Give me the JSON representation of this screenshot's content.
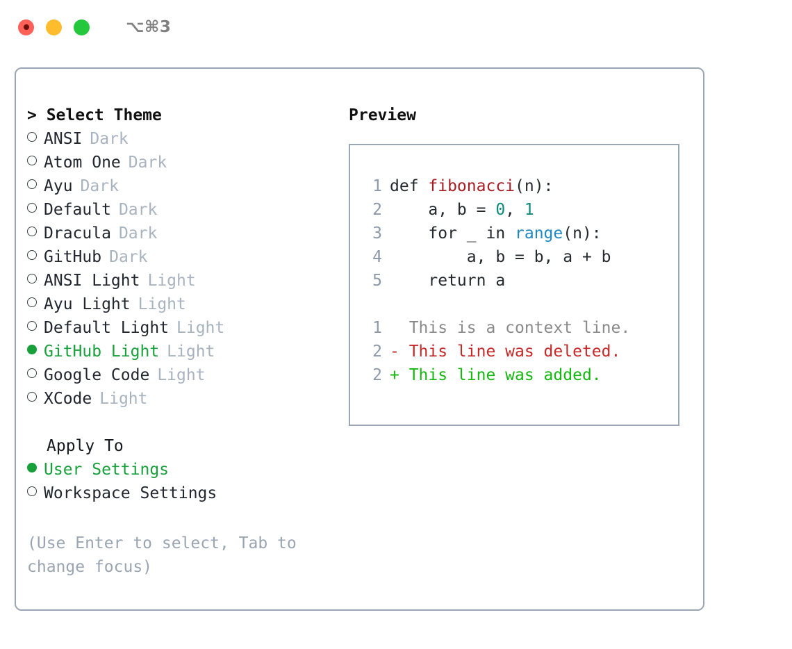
{
  "window": {
    "shortcut": "⌥⌘3",
    "traffic_lights": [
      {
        "name": "close",
        "color": "#ff6159"
      },
      {
        "name": "minimize",
        "color": "#ffbd2e"
      },
      {
        "name": "maximize",
        "color": "#25c73c"
      }
    ]
  },
  "left": {
    "header": "> Select Theme",
    "themes": [
      {
        "name": "ANSI",
        "kind": "Dark",
        "selected": false
      },
      {
        "name": "Atom One",
        "kind": "Dark",
        "selected": false
      },
      {
        "name": "Ayu",
        "kind": "Dark",
        "selected": false
      },
      {
        "name": "Default",
        "kind": "Dark",
        "selected": false
      },
      {
        "name": "Dracula",
        "kind": "Dark",
        "selected": false
      },
      {
        "name": "GitHub",
        "kind": "Dark",
        "selected": false
      },
      {
        "name": "ANSI Light",
        "kind": "Light",
        "selected": false
      },
      {
        "name": "Ayu Light",
        "kind": "Light",
        "selected": false
      },
      {
        "name": "Default Light",
        "kind": "Light",
        "selected": false
      },
      {
        "name": "GitHub Light",
        "kind": "Light",
        "selected": true
      },
      {
        "name": "Google Code",
        "kind": "Light",
        "selected": false
      },
      {
        "name": "XCode",
        "kind": "Light",
        "selected": false
      }
    ],
    "apply_to_header": "Apply To",
    "apply_to": [
      {
        "name": "User Settings",
        "selected": true
      },
      {
        "name": "Workspace Settings",
        "selected": false
      }
    ],
    "hint": "(Use Enter to select, Tab to change focus)"
  },
  "preview": {
    "header": "Preview",
    "code_lines": [
      {
        "num": "1",
        "tokens": [
          {
            "t": "def ",
            "c": "plain"
          },
          {
            "t": "fibonacci",
            "c": "func"
          },
          {
            "t": "(n):",
            "c": "plain"
          }
        ]
      },
      {
        "num": "2",
        "tokens": [
          {
            "t": "    a, b = ",
            "c": "plain"
          },
          {
            "t": "0",
            "c": "num"
          },
          {
            "t": ", ",
            "c": "plain"
          },
          {
            "t": "1",
            "c": "num"
          }
        ]
      },
      {
        "num": "3",
        "tokens": [
          {
            "t": "    for _ in ",
            "c": "plain"
          },
          {
            "t": "range",
            "c": "builtin"
          },
          {
            "t": "(n):",
            "c": "plain"
          }
        ]
      },
      {
        "num": "4",
        "tokens": [
          {
            "t": "        a, b = b, a + b",
            "c": "plain"
          }
        ]
      },
      {
        "num": "5",
        "tokens": [
          {
            "t": "    return a",
            "c": "plain"
          }
        ]
      }
    ],
    "diff_lines": [
      {
        "num": "1",
        "tokens": [
          {
            "t": "  This is a context line.",
            "c": "ctx"
          }
        ]
      },
      {
        "num": "2",
        "tokens": [
          {
            "t": "- This line was deleted.",
            "c": "del"
          }
        ]
      },
      {
        "num": "2",
        "tokens": [
          {
            "t": "+ This line was added.",
            "c": "add"
          }
        ]
      }
    ]
  },
  "colors": {
    "accent_green": "#18a03a",
    "muted": "#a9b3bf",
    "border": "#9aa6b4",
    "added": "#14b80f",
    "deleted": "#c62828"
  }
}
